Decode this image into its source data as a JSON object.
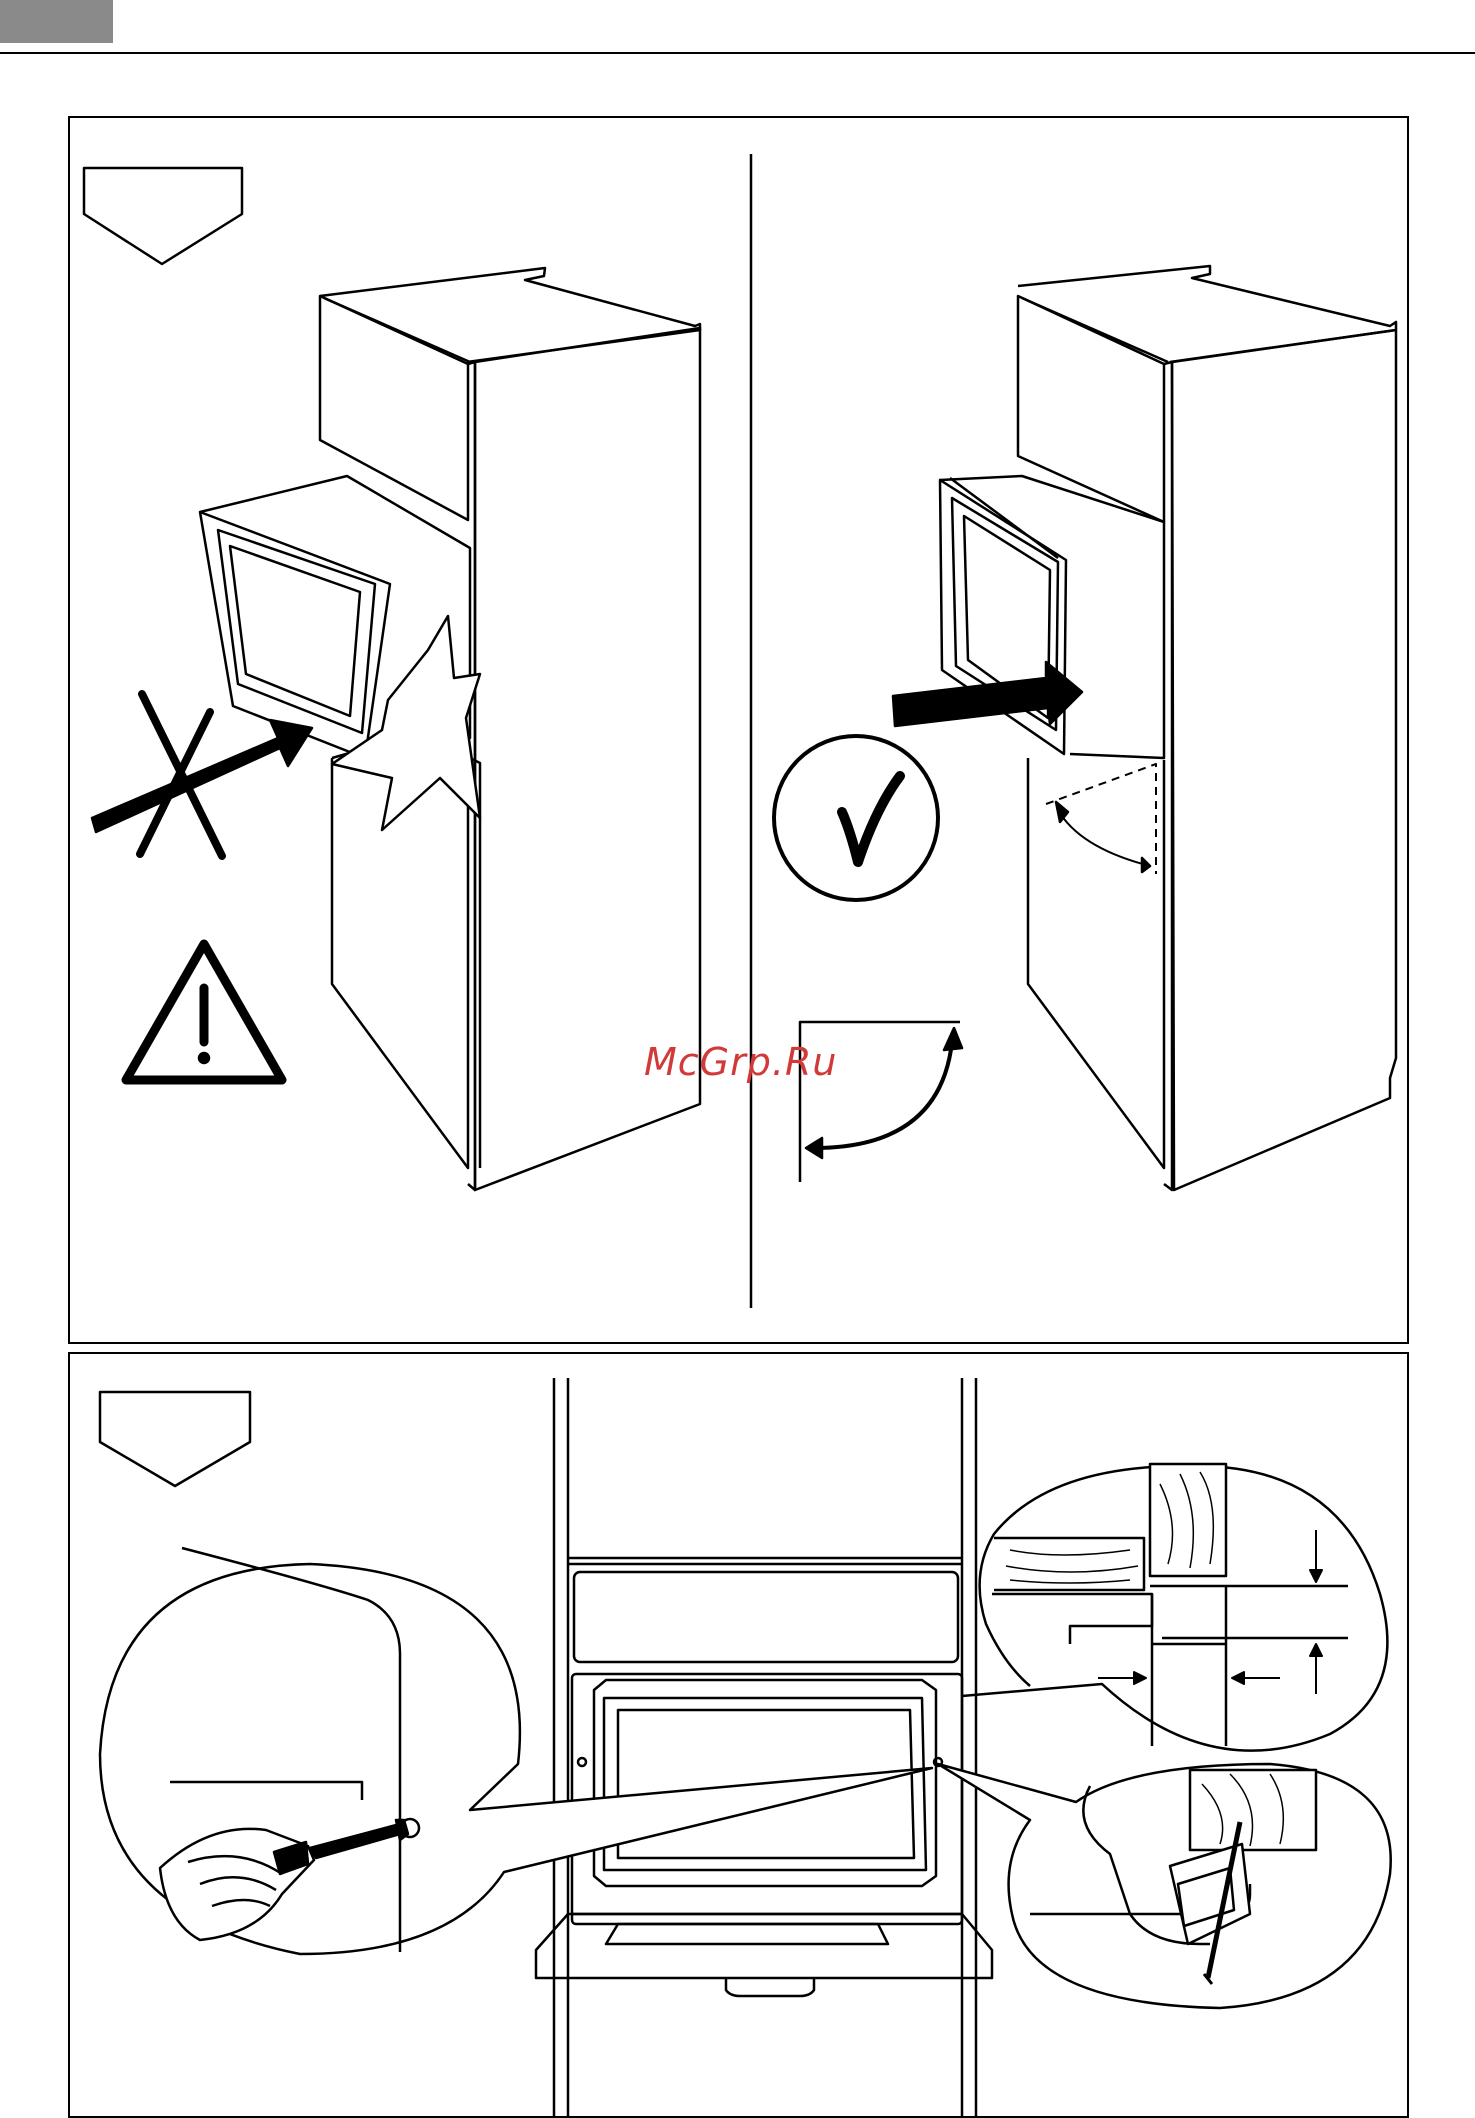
{
  "watermark": {
    "text": "McGrp.Ru",
    "color": "#d23a3a"
  },
  "colors": {
    "line": "#000000",
    "header_tab": "#8a8a8a",
    "paper": "#ffffff"
  },
  "top_panel": {
    "left_step": {
      "icons": [
        "step-pentagon-icon",
        "cross-mark-icon",
        "impact-star-icon",
        "warning-triangle-icon",
        "push-arrow-icon"
      ]
    },
    "right_step": {
      "icons": [
        "checkmark-circle-icon",
        "push-arrow-icon",
        "rotation-angle-icon"
      ]
    }
  },
  "bottom_panel": {
    "icons": [
      "step-pentagon-icon",
      "drill-screwdriver-icon",
      "screw-icon",
      "wood-grain-detail",
      "gap-dimension-arrows",
      "fixing-bracket-icon"
    ]
  }
}
